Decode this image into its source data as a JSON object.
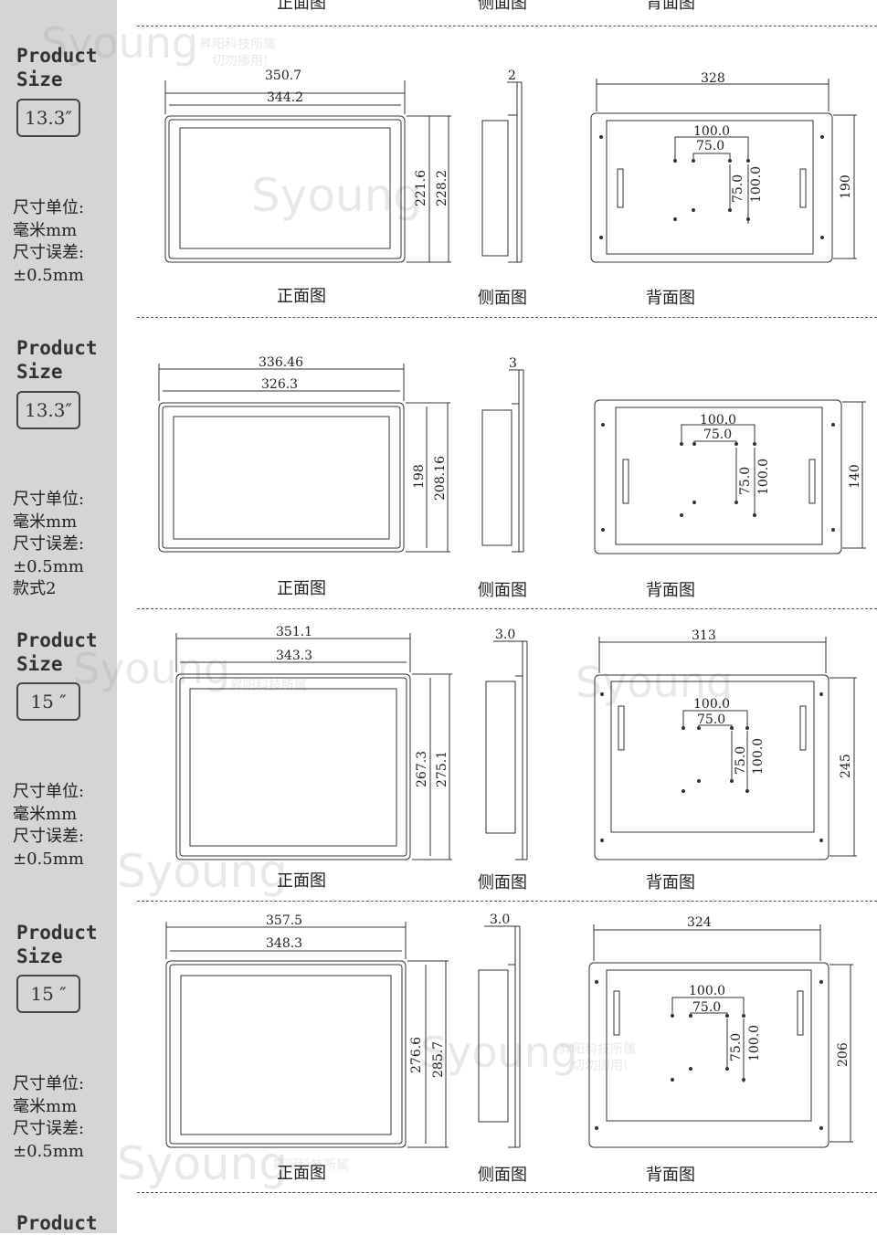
{
  "top_labels": [
    "正面图",
    "侧面图",
    "背面图"
  ],
  "watermark": {
    "brand": "Syoung",
    "line1": "昇阳科技所属",
    "line2": "切勿挪用!"
  },
  "sections": [
    {
      "label": "Product\nSize",
      "size": "13.3″",
      "units": [
        "尺寸单位:",
        "毫米mm",
        "尺寸误差:",
        "±0.5mm"
      ],
      "views": [
        "正面图",
        "侧面图",
        "背面图"
      ],
      "front": {
        "outer_w": "350.7",
        "inner_w": "344.2",
        "inner_h": "221.6",
        "outer_h": "228.2"
      },
      "side": {
        "t": "2"
      },
      "back": {
        "w": "328",
        "h": "190",
        "d1": "100.0",
        "d2": "75.0",
        "v1": "75.0",
        "v2": "100.0"
      }
    },
    {
      "label": "Product\nSize",
      "size": "13.3″",
      "units": [
        "尺寸单位:",
        "毫米mm",
        "尺寸误差:",
        "±0.5mm",
        "款式2"
      ],
      "views": [
        "正面图",
        "侧面图",
        "背面图"
      ],
      "front": {
        "outer_w": "336.46",
        "inner_w": "326.3",
        "inner_h": "198",
        "outer_h": "208.16"
      },
      "side": {
        "t": "3"
      },
      "back": {
        "w": "",
        "h": "140",
        "d1": "100.0",
        "d2": "75.0",
        "v1": "75.0",
        "v2": "100.0"
      }
    },
    {
      "label": "Product\nSize",
      "size": "15 ″",
      "units": [
        "尺寸单位:",
        "毫米mm",
        "尺寸误差:",
        "±0.5mm"
      ],
      "views": [
        "正面图",
        "侧面图",
        "背面图"
      ],
      "front": {
        "outer_w": "351.1",
        "inner_w": "343.3",
        "inner_h": "267.3",
        "outer_h": "275.1"
      },
      "side": {
        "t": "3.0"
      },
      "back": {
        "w": "313",
        "h": "245",
        "d1": "100.0",
        "d2": "75.0",
        "v1": "75.0",
        "v2": "100.0"
      }
    },
    {
      "label": "Product\nSize",
      "size": "15 ″",
      "units": [
        "尺寸单位:",
        "毫米mm",
        "尺寸误差:",
        "±0.5mm"
      ],
      "views": [
        "正面图",
        "侧面图",
        "背面图"
      ],
      "front": {
        "outer_w": "357.5",
        "inner_w": "348.3",
        "inner_h": "276.6",
        "outer_h": "285.7"
      },
      "side": {
        "t": "3.0"
      },
      "back": {
        "w": "324",
        "h": "206",
        "d1": "100.0",
        "d2": "75.0",
        "v1": "75.0",
        "v2": "100.0"
      }
    }
  ],
  "last_label": "Product"
}
